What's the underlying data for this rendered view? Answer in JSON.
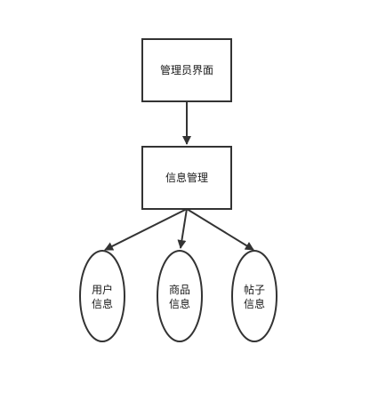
{
  "diagram": {
    "root": {
      "label": "管理员界面"
    },
    "middle": {
      "label": "信息管理"
    },
    "leaves": [
      {
        "line1": "用户",
        "line2": "信息"
      },
      {
        "line1": "商品",
        "line2": "信息"
      },
      {
        "line1": "帖子",
        "line2": "信息"
      }
    ]
  },
  "colors": {
    "stroke": "#333333",
    "fill": "#ffffff",
    "text": "#1a1a1a"
  }
}
